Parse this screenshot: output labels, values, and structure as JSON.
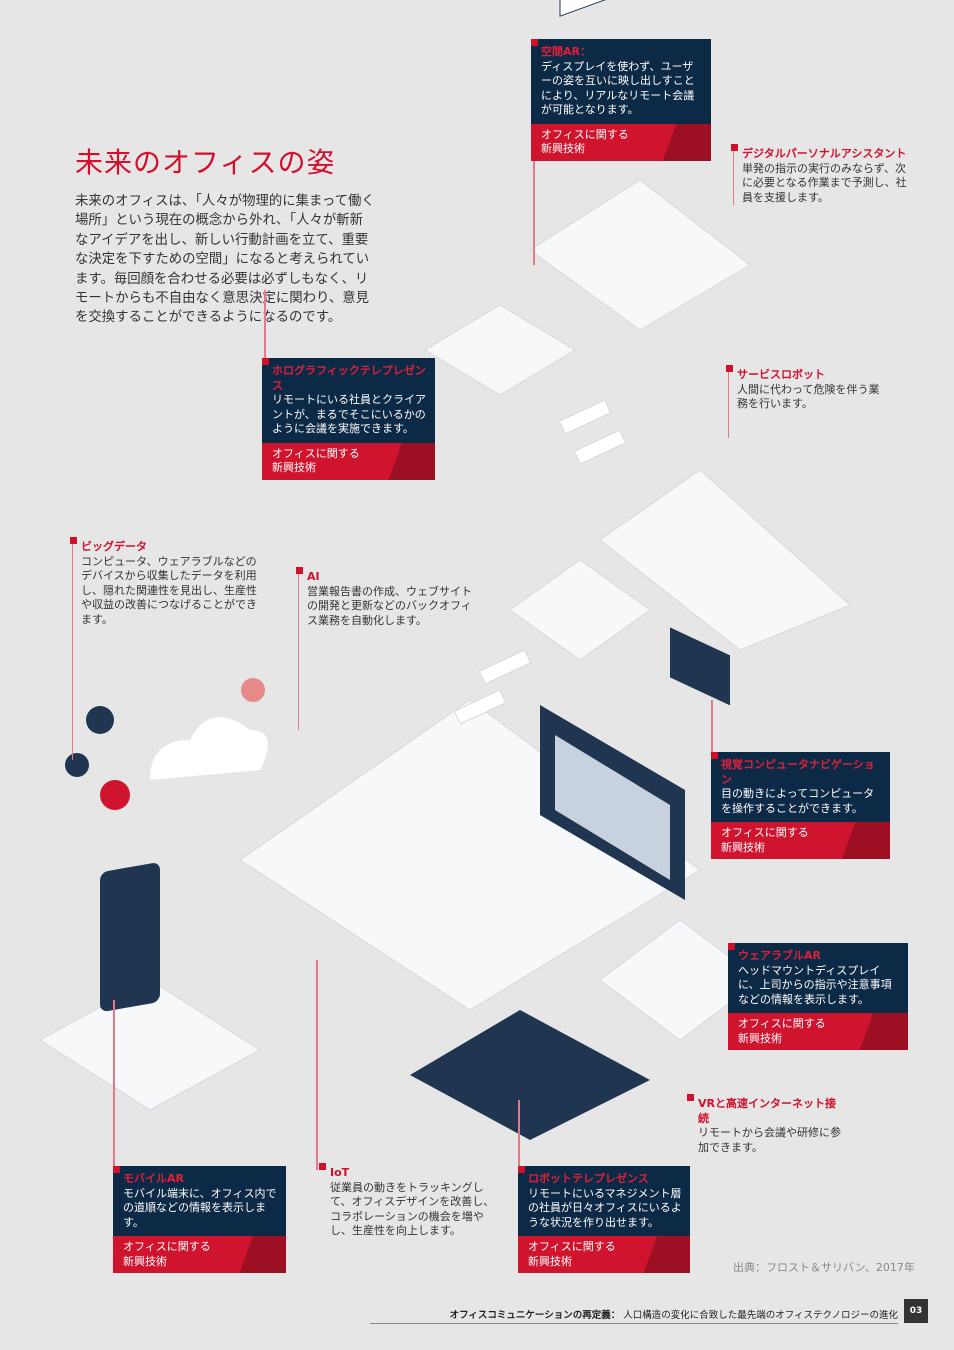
{
  "title": "未来のオフィスの姿",
  "intro": "未来のオフィスは、「人々が物理的に集まって働く場所」という現在の概念から外れ、「人々が斬新なアイデアを出し、新しい行動計画を立て、重要な決定を下すための空間」になると考えられています。毎回顔を合わせる必要は必ずしもなく、リモートからも不自由なく意思決定に関わり、意見を交換することができるようになるのです。",
  "tag": "オフィスに関する新興技術",
  "tag_line1": "オフィスに関する",
  "tag_line2": "新興技術",
  "boxes": [
    {
      "heading": "空間AR：",
      "text": "ディスプレイを使わず、ユーザーの姿を互いに映し出しすことにより、リアルなリモート会議が可能となります。"
    },
    {
      "heading": "ホログラフィックテレプレゼンス",
      "text": "リモートにいる社員とクライアントが、まるでそこにいるかのように会議を実施できます。"
    },
    {
      "heading": "視覚コンピュータナビゲーション",
      "text": "目の動きによってコンピュータを操作することができます。"
    },
    {
      "heading": "ウェアラブルAR",
      "text": "ヘッドマウントディスプレイに、上司からの指示や注意事項などの情報を表示します。"
    },
    {
      "heading": "モバイルAR",
      "text": "モバイル端末に、オフィス内での道順などの情報を表示します。"
    },
    {
      "heading": "ロボットテレプレゼンス",
      "text": "リモートにいるマネジメント層の社員が日々オフィスにいるような状況を作り出せます。"
    }
  ],
  "notes": [
    {
      "heading": "デジタルパーソナルアシスタント",
      "text": "単発の指示の実行のみならず、次に必要となる作業まで予測し、社員を支援します。"
    },
    {
      "heading": "サービスロボット",
      "text": "人間に代わって危険を伴う業務を行います。"
    },
    {
      "heading": "ビッグデータ",
      "text": "コンピュータ、ウェアラブルなどのデバイスから収集したデータを利用し、隠れた関連性を見出し、生産性や収益の改善につなげることができます。"
    },
    {
      "heading": "AI",
      "text": "営業報告書の作成、ウェブサイトの開発と更新などのバックオフィス業務を自動化します。"
    },
    {
      "heading": "IoT",
      "text": "従業員の動きをトラッキングして、オフィスデザインを改善し、コラボレーションの機会を増やし、生産性を向上します。"
    },
    {
      "heading": "VRと高速インターネット接続",
      "text": "リモートから会議や研修に参加できます。"
    }
  ],
  "source": "出典：フロスト＆サリバン、2017年",
  "footer": {
    "bold": "オフィスコミュニケーションの再定義：",
    "rest": "人口構造の変化に合致した最先端のオフィステクノロジーの進化",
    "page": "03"
  },
  "colors": {
    "accent": "#d0112b",
    "navy": "#0c2a45",
    "background": "#e6e6e7"
  }
}
